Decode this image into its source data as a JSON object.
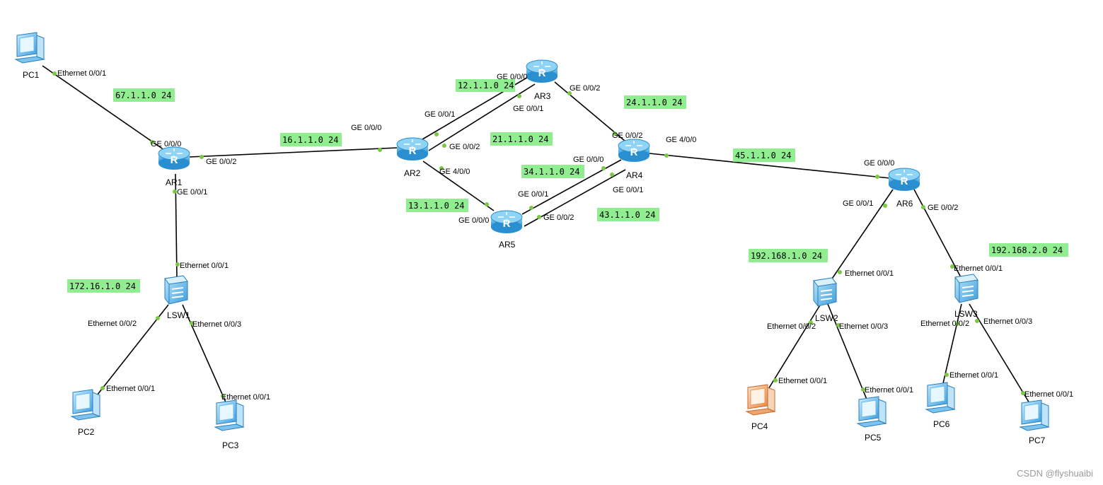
{
  "devices": {
    "pc1": "PC1",
    "pc2": "PC2",
    "pc3": "PC3",
    "pc4": "PC4",
    "pc5": "PC5",
    "pc6": "PC6",
    "pc7": "PC7",
    "ar1": "AR1",
    "ar2": "AR2",
    "ar3": "AR3",
    "ar4": "AR4",
    "ar5": "AR5",
    "ar6": "AR6",
    "lsw1": "LSW1",
    "lsw2": "LSW2",
    "lsw3": "LSW3"
  },
  "networks": {
    "n67": "67.1.1.0 24",
    "n16": "16.1.1.0 24",
    "n12": "12.1.1.0 24",
    "n21": "21.1.1.0 24",
    "n24": "24.1.1.0 24",
    "n13": "13.1.1.0 24",
    "n34": "34.1.1.0 24",
    "n43": "43.1.1.0 24",
    "n45": "45.1.1.0 24",
    "n172": "172.16.1.0 24",
    "n1921": "192.168.1.0 24",
    "n1922": "192.168.2.0 24"
  },
  "ports": {
    "pc1_e001": "Ethernet 0/0/1",
    "ar1_ge000": "GE 0/0/0",
    "ar1_ge002": "GE 0/0/2",
    "ar1_ge001": "GE 0/0/1",
    "ar2_ge000": "GE 0/0/0",
    "ar2_ge001": "GE 0/0/1",
    "ar2_ge002": "GE 0/0/2",
    "ar2_ge400": "GE 4/0/0",
    "ar3_ge000": "GE 0/0/0",
    "ar3_ge001": "GE 0/0/1",
    "ar3_ge002": "GE 0/0/2",
    "ar4_ge002": "GE 0/0/2",
    "ar4_ge400": "GE 4/0/0",
    "ar4_ge000": "GE 0/0/0",
    "ar4_ge001": "GE 0/0/1",
    "ar5_ge001": "GE 0/0/1",
    "ar5_ge000": "GE 0/0/0",
    "ar5_ge002": "GE 0/0/2",
    "ar6_ge000": "GE 0/0/0",
    "ar6_ge001": "GE 0/0/1",
    "ar6_ge002": "GE 0/0/2",
    "lsw1_e001": "Ethernet 0/0/1",
    "lsw1_e002": "Ethernet 0/0/2",
    "lsw1_e003": "Ethernet 0/0/3",
    "pc2_e001": "Ethernet 0/0/1",
    "pc3_e001": "Ethernet 0/0/1",
    "lsw2_e001": "Ethernet 0/0/1",
    "lsw2_e002": "Ethernet 0/0/2",
    "lsw2_e003": "Ethernet 0/0/3",
    "pc4_e001": "Ethernet 0/0/1",
    "pc5_e001": "Ethernet 0/0/1",
    "lsw3_e001": "Ethernet 0/0/1",
    "lsw3_e002": "Ethernet 0/0/2",
    "lsw3_e003": "Ethernet 0/0/3",
    "pc6_e001": "Ethernet 0/0/1",
    "pc7_e001": "Ethernet 0/0/1"
  },
  "watermark": "CSDN @flyshuaibi",
  "colors": {
    "link": "#000000",
    "port_dot": "#7ac943",
    "net_label_bg": "#90ee90",
    "router_fill": "#3fa9e0",
    "pc_fill": "#5bb6f0",
    "pc4_fill": "#f2a46b"
  }
}
